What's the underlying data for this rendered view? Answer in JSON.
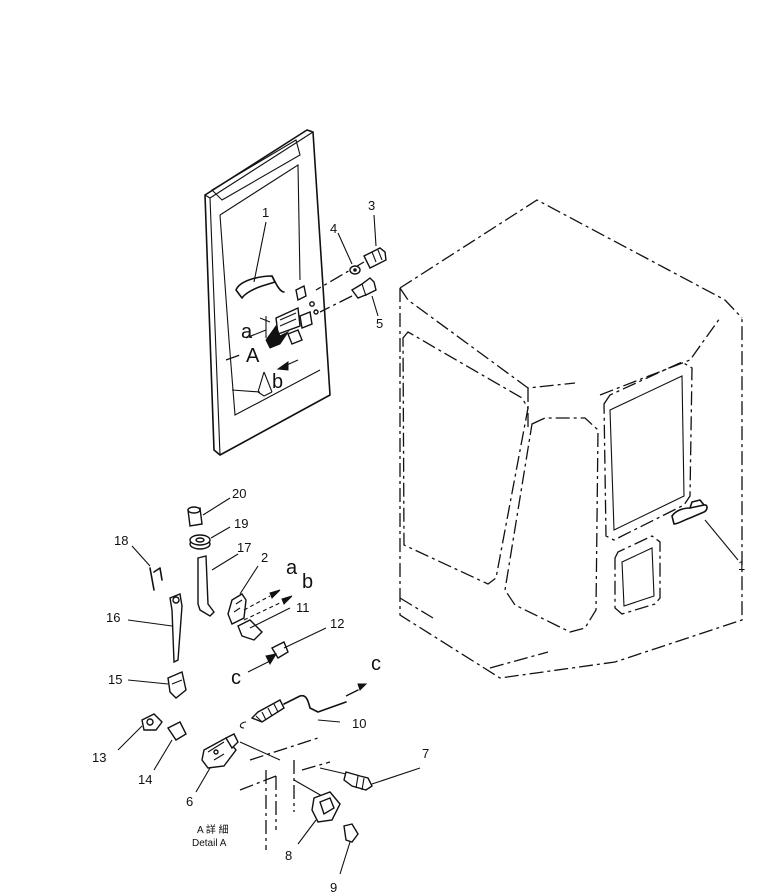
{
  "callouts": {
    "n1": "1",
    "n1b": "1",
    "n2": "2",
    "n3": "3",
    "n4": "4",
    "n5": "5",
    "n6": "6",
    "n7": "7",
    "n8": "8",
    "n9": "9",
    "n10": "10",
    "n11": "11",
    "n12": "12",
    "n13": "13",
    "n14": "14",
    "n15": "15",
    "n16": "16",
    "n17": "17",
    "n18": "18",
    "n19": "19",
    "n20": "20"
  },
  "refs": {
    "a_door": "a",
    "b_door": "b",
    "A_door": "A",
    "a_link": "a",
    "b_link": "b",
    "c_left": "c",
    "c_right": "c"
  },
  "detail_caption": {
    "jp": "A 詳 細",
    "en": "Detail A"
  }
}
